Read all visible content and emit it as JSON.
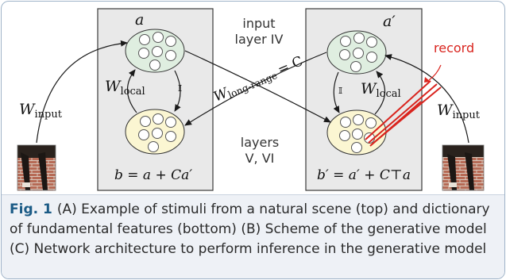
{
  "figure": {
    "left_panel": {
      "top_node": "a",
      "bottom_node_equation": "b = a + Ca′",
      "w_local_base": "W",
      "w_local_sub": "local",
      "identity_symbol": "𝕀"
    },
    "right_panel": {
      "top_node": "a′",
      "bottom_node_equation": "b′ = a′ + C⊤a",
      "w_local_base": "W",
      "w_local_sub": "local",
      "identity_symbol": "𝕀"
    },
    "center": {
      "input_label_line1": "input",
      "input_label_line2": "layer IV",
      "layers_label_line1": "layers",
      "layers_label_line2": "V, VI",
      "long_range_base": "W",
      "long_range_sub": "long-range",
      "long_range_eq": "= C"
    },
    "left_input": {
      "base": "W",
      "sub": "input"
    },
    "right_input": {
      "base": "W",
      "sub": "input"
    },
    "record_label": "record",
    "colors": {
      "panel_fill": "#e9e9e9",
      "top_node_fill": "#dfeee0",
      "bottom_node_fill": "#fbf6d2",
      "record_red": "#d9241e",
      "caption_label": "#1b5b86",
      "caption_background": "#eef1f6"
    }
  },
  "caption": {
    "label": "Fig. 1",
    "text": "(A) Example of stimuli from a natural scene (top) and dictionary of fundamental features (bottom) (B) Scheme of the generative model (C) Network architecture to perform inference in the generative model"
  }
}
